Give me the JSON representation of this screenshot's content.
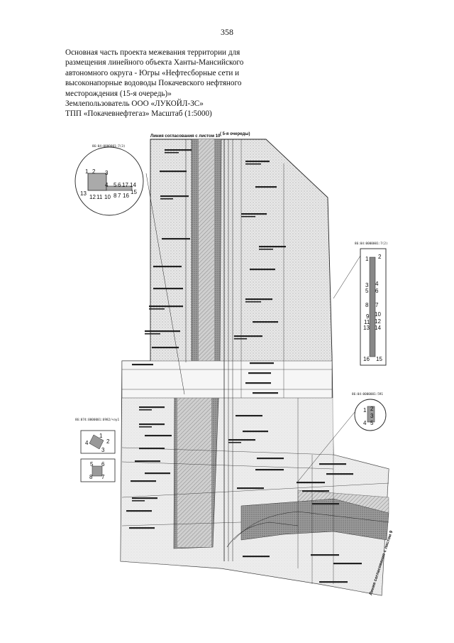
{
  "page": {
    "number": "358"
  },
  "header": {
    "lines": [
      "Основная часть проекта межевания территории для",
      "размещения линейного объекта Ханты-Мансийского",
      "автономного округа - Югры «Нефтесборные сети и",
      "высоконапорные водоводы Покачевского нефтяного",
      "месторождения (15-я очередь)»",
      "Землепользователь ООО «ЛУКОЙЛ-ЗС»",
      "ТПП «Покачевнефтегаз» Масштаб (1:5000)"
    ]
  },
  "map": {
    "top_labels": {
      "agreement_line": "Линия согласования с листом 10",
      "queue": "( 5-я очереды)"
    },
    "bottom_label": "Линия согласования с листом 9",
    "callouts": [
      {
        "id": "86:04:0000001:7(3)",
        "points": [
          "1",
          "2",
          "3",
          "4",
          "5",
          "6",
          "17",
          "14",
          "13",
          "12",
          "11",
          "10",
          "8",
          "7",
          "16",
          "15"
        ]
      },
      {
        "id": "86:04:0000001:7(2)",
        "points": [
          "1",
          "2",
          "3",
          "4",
          "5",
          "6",
          "8",
          "7",
          "9",
          "10",
          "11",
          "12",
          "13",
          "14",
          "16",
          "15"
        ]
      },
      {
        "id": "86:04:0000001:591",
        "points": [
          "1",
          "2",
          "3",
          "4",
          "5"
        ]
      },
      {
        "id": "86:074:0000001:6982/чзу1",
        "points": [
          "1",
          "2",
          "3",
          "4",
          "5",
          "6",
          "7",
          "8"
        ]
      }
    ]
  }
}
